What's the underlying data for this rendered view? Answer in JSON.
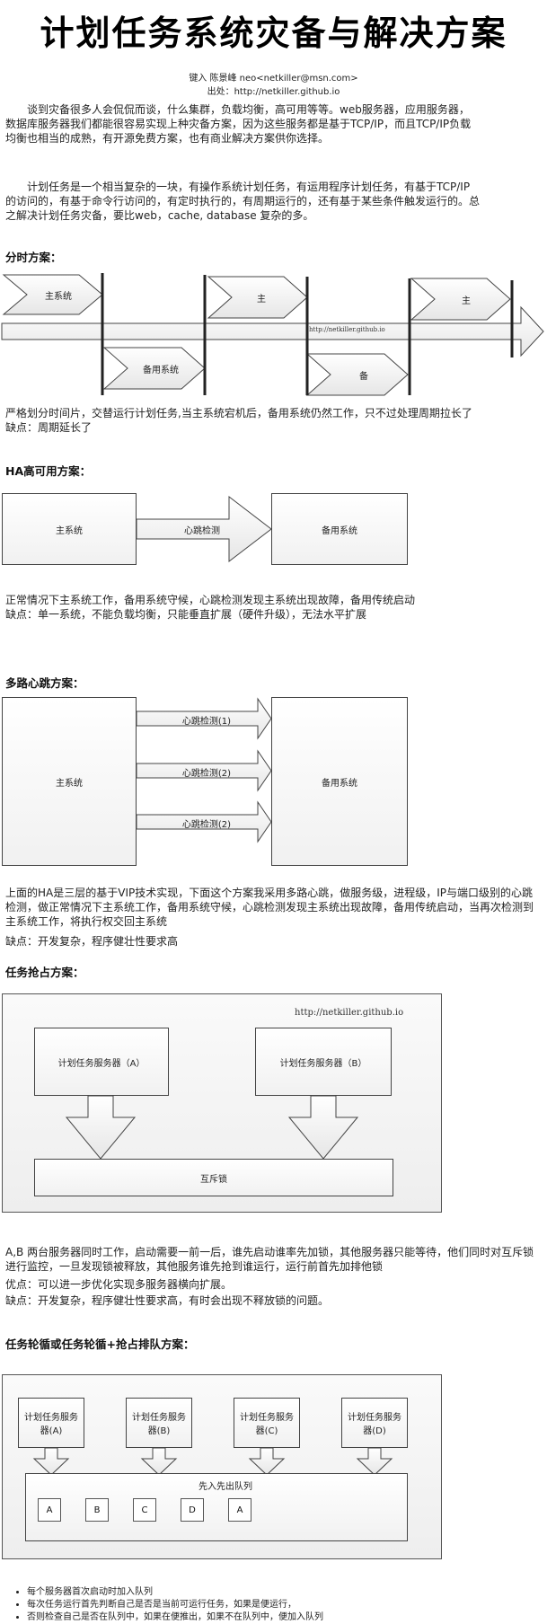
{
  "header": {
    "title": "计划任务系统灾备与解决方案",
    "author_line": "键入 陈景峰 neo<netkiller@msn.com>",
    "source_line": "出处：http://netkiller.github.io"
  },
  "intro": {
    "p1": "谈到灾备很多人会侃侃而谈，什么集群，负载均衡，高可用等等。web服务器，应用服务器，数据库服务器我们都能很容易实现上种灾备方案，因为这些服务都是基于TCP/IP，而且TCP/IP负载均衡也相当的成熟，有开源免费方案，也有商业解决方案供你选择。",
    "p2": "计划任务是一个相当复杂的一块，有操作系统计划任务，有运用程序计划任务，有基于TCP/IP的访问的，有基于命令行访问的，有定时执行的，有周期运行的，还有基于某些条件触发运行的。总之解决计划任务灾备，要比web，cache, database 复杂的多。"
  },
  "s1": {
    "heading": "分时方案：",
    "main_full": "主系统",
    "main_short": "主",
    "backup_full": "备用系统",
    "backup_short": "备",
    "url": "http://netkiller.github.io",
    "text1": "严格划分时间片，交替运行计划任务,当主系统宕机后，备用系统仍然工作，只不过处理周期拉长了",
    "text2": "缺点：周期延长了"
  },
  "s2": {
    "heading": "HA高可用方案：",
    "main": "主系统",
    "heartbeat": "心跳检测",
    "backup": "备用系统",
    "text1": "正常情况下主系统工作，备用系统守候，心跳检测发现主系统出现故障，备用传统启动",
    "text2": "缺点：单一系统，不能负载均衡，只能垂直扩展（硬件升级），无法水平扩展"
  },
  "s3": {
    "heading": "多路心跳方案：",
    "main": "主系统",
    "backup": "备用系统",
    "hb1": "心跳检测(1)",
    "hb2": "心跳检测(2)",
    "hb3": "心跳检测(2)",
    "text1": "上面的HA是三层的基于VIP技术实现，下面这个方案我采用多路心跳，做服务级，进程级，IP与端口级别的心跳检测，做正常情况下主系统工作，备用系统守候，心跳检测发现主系统出现故障，备用传统启动，当再次检测到主系统工作，将执行权交回主系统",
    "text2": "缺点：开发复杂，程序健壮性要求高"
  },
  "s4": {
    "heading": "任务抢占方案：",
    "url": "http://netkiller.github.io",
    "server_a": "计划任务服务器（A）",
    "server_b": "计划任务服务器（B）",
    "mutex": "互斥锁",
    "text1": "A,B 两台服务器同时工作，启动需要一前一后，谁先启动谁率先加锁，其他服务器只能等待，他们同时对互斥锁进行监控，一旦发现锁被释放，其他服务谁先抢到谁运行，运行前首先加排他锁",
    "text2": "优点：可以进一步优化实现多服务器横向扩展。",
    "text3": "缺点：开发复杂，程序健壮性要求高，有时会出现不释放锁的问题。"
  },
  "s5": {
    "heading": "任务轮循或任务轮循+抢占排队方案：",
    "servers": [
      "计划任务服务器(A)",
      "计划任务服务器(B)",
      "计划任务服务器(C)",
      "计划任务服务器(D)"
    ],
    "queue_label": "先入先出队列",
    "queue_items": [
      "A",
      "B",
      "C",
      "D",
      "A"
    ],
    "bullets": [
      "每个服务器首次启动时加入队列",
      "每次任务运行首先判断自己是否是当前可运行任务，如果是便运行，",
      "否则检查自己是否在队列中，如果在便推出，如果不在队列中，便加入队列"
    ]
  }
}
